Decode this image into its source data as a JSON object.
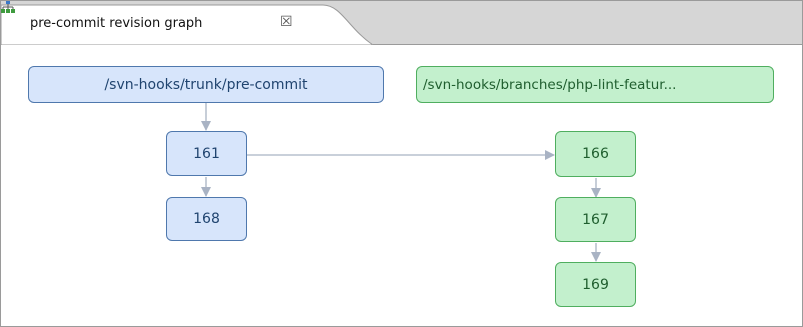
{
  "tab": {
    "title": "pre-commit revision graph",
    "close_symbol": "☒",
    "icon": "hierarchy-icon"
  },
  "graph": {
    "trunk": {
      "label": "/svn-hooks/trunk/pre-commit",
      "color": "#d7e5fb",
      "revisions": [
        "161",
        "168"
      ]
    },
    "branch": {
      "label": "/svn-hooks/branches/php-lint-featur...",
      "color": "#c3f0cd",
      "revisions": [
        "166",
        "167",
        "169"
      ]
    },
    "edge_color": "#a9b3c4"
  }
}
